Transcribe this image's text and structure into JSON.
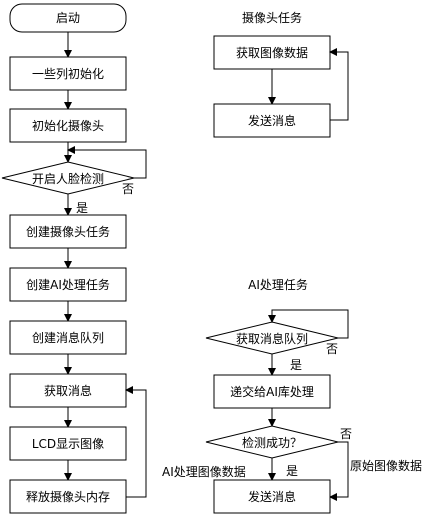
{
  "left_flow": {
    "start": "启动",
    "init_all": "一些列初始化",
    "init_camera": "初始化摄像头",
    "face_detect": "开启人脸检测",
    "no": "否",
    "yes": "是",
    "create_camera_task": "创建摄像头任务",
    "create_ai_task": "创建AI处理任务",
    "create_queue": "创建消息队列",
    "get_message": "获取消息",
    "lcd_show": "LCD显示图像",
    "release_camera": "释放摄像头内存"
  },
  "camera_task": {
    "title": "摄像头任务",
    "get_image": "获取图像数据",
    "send_message": "发送消息"
  },
  "ai_task": {
    "title": "AI处理任务",
    "get_queue": "获取消息队列",
    "no": "否",
    "yes": "是",
    "submit_ai": "递交给AI库处理",
    "detect_success": "检测成功？",
    "no2": "否",
    "yes2": "是",
    "ai_image_data": "AI处理图像数据",
    "raw_image_data": "原始图像数据",
    "send_message": "发送消息"
  }
}
